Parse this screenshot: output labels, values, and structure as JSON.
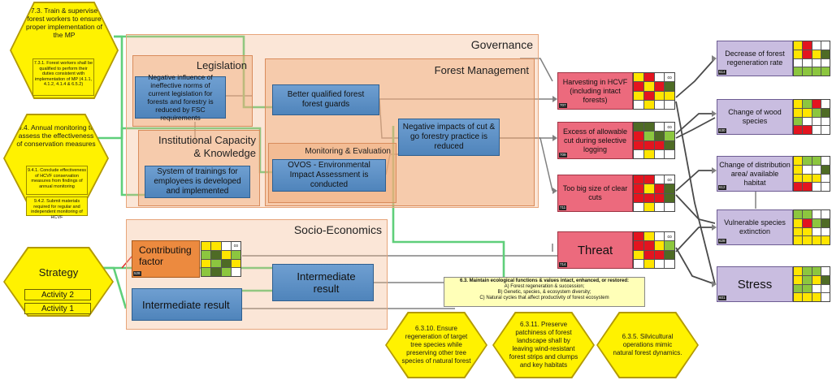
{
  "groups": {
    "governance": "Governance",
    "legislation": "Legislation",
    "forest_management": "Forest Management",
    "institutional": "Institutional Capacity\n& Knowledge",
    "monitoring": "Monitoring & Evaluation",
    "socio_economics": "Socio-Economics"
  },
  "results": {
    "legislation": "Negative influence of ineffective norms of current legislation for forests and forestry is reduced by FSC requirements",
    "guards": "Better qualified forest forest guards",
    "trainings": "System of trainings for employees is developed and implemented",
    "ovos": "OVOS - Environmental Impact Assessment is conducted",
    "cut_go": "Negative impacts of cut & go forestry practice is reduced",
    "intermediate_1": "Intermediate result",
    "intermediate_2": "Intermediate result"
  },
  "strategies": {
    "s73_title": "7.3. Train & supervise forest workers to ensure proper implementation of the MP",
    "s731": "7.3.1. Forest workers shall be qualified to perform their duties consistent with implementation of MP (4.1.1, 4.1.2, 4.1.4 & 6.5.2)",
    "s94_title": "9.4. Annual monitoring to assess the effectiveness of conservation measures",
    "s941": "9.4.1. Conclude effectiveness of HCVF conservation measures from findings of annual monitoring",
    "s942": "9.4.2. Submit materials required for regular and independent monitoring of HCVF",
    "strategy": "Strategy",
    "activity2": "Activity 2",
    "activity1": "Activity 1"
  },
  "contributing_factor": {
    "label": "Contributing factor",
    "tag": "528"
  },
  "threats": [
    {
      "label": "Harvesting in HCVF (including intact forests)",
      "tag": "707"
    },
    {
      "label": "Excess of allowable cut during selective logging",
      "tag": "709"
    },
    {
      "label": "Too big size of clear cuts",
      "tag": "711"
    },
    {
      "label": "Threat",
      "tag": "714"
    }
  ],
  "stresses": [
    {
      "label": "Decrease of forest regeneration rate",
      "tag": "614"
    },
    {
      "label": "Change of wood species",
      "tag": "630"
    },
    {
      "label": "Change of distribution area/ available habitat",
      "tag": "612"
    },
    {
      "label": "Vulnerable species extinction",
      "tag": "628"
    },
    {
      "label": "Stress",
      "tag": "601"
    }
  ],
  "goal": {
    "title": "6.3. Maintain ecological functions & values  intact, enhanced, or restored:",
    "a": "A) Forest regeneration & succession;",
    "b": "B) Genetic, species, & ecosystem diversity;",
    "c": "C) Natural cycles that affect productivity of forest ecosystem"
  },
  "bottom_hexes": {
    "h6310": "6.3.10. Ensure regeneration of target tree species while preserving other tree species of natural forest",
    "h6311": "6.3.11. Preserve patchiness of forest landscape shall by leaving wind-resistant forest strips and clumps and key habitats",
    "h635": "6.3.5. Silvicultural operations mimic natural forest dynamics."
  },
  "symbols": {
    "infinity": "∞"
  },
  "colors": {
    "line_green": "#5fcf7a",
    "line_gray": "#808080",
    "line_dark": "#4a4a4a",
    "line_red": "#e03030",
    "hex_yellow": "#fff200",
    "threat_pink": "#ec6a7d",
    "stress_lilac": "#c9bde0",
    "result_blue": "#5b8fc6",
    "contrib_orange": "#ec8a3f"
  }
}
